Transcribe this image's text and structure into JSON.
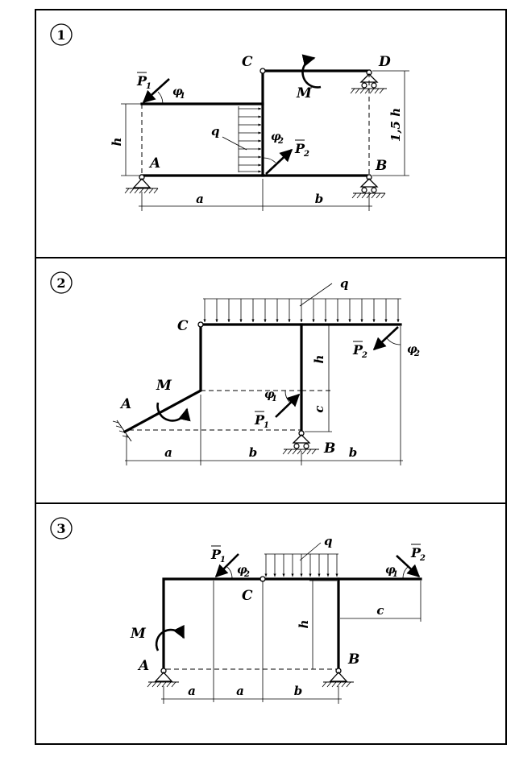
{
  "panels": [
    {
      "number": "1",
      "labels": {
        "A": "A",
        "B": "B",
        "C": "C",
        "D": "D",
        "M": "M",
        "q": "q",
        "P1": "P",
        "P1_sub": "1",
        "P2": "P",
        "P2_sub": "2",
        "phi1": "φ",
        "phi1_sub": "1",
        "phi2": "φ",
        "phi2_sub": "2"
      },
      "dims": {
        "h": "h",
        "h15": "1,5 h",
        "a": "a",
        "b": "b"
      }
    },
    {
      "number": "2",
      "labels": {
        "A": "A",
        "B": "B",
        "C": "C",
        "M": "M",
        "q": "q",
        "P1": "P",
        "P1_sub": "1",
        "P2": "P",
        "P2_sub": "2",
        "phi1": "φ",
        "phi1_sub": "1",
        "phi2": "φ",
        "phi2_sub": "2"
      },
      "dims": {
        "h": "h",
        "c": "c",
        "a": "a",
        "b1": "b",
        "b2": "b"
      }
    },
    {
      "number": "3",
      "labels": {
        "A": "A",
        "B": "B",
        "C": "C",
        "M": "M",
        "q": "q",
        "P1": "P",
        "P1_sub": "1",
        "P2": "P",
        "P2_sub": "2",
        "phi1": "φ",
        "phi1_sub": "1",
        "phi2": "φ",
        "phi2_sub": "2"
      },
      "dims": {
        "h": "h",
        "c": "c",
        "a1": "a",
        "a2": "a",
        "b": "b"
      }
    }
  ]
}
